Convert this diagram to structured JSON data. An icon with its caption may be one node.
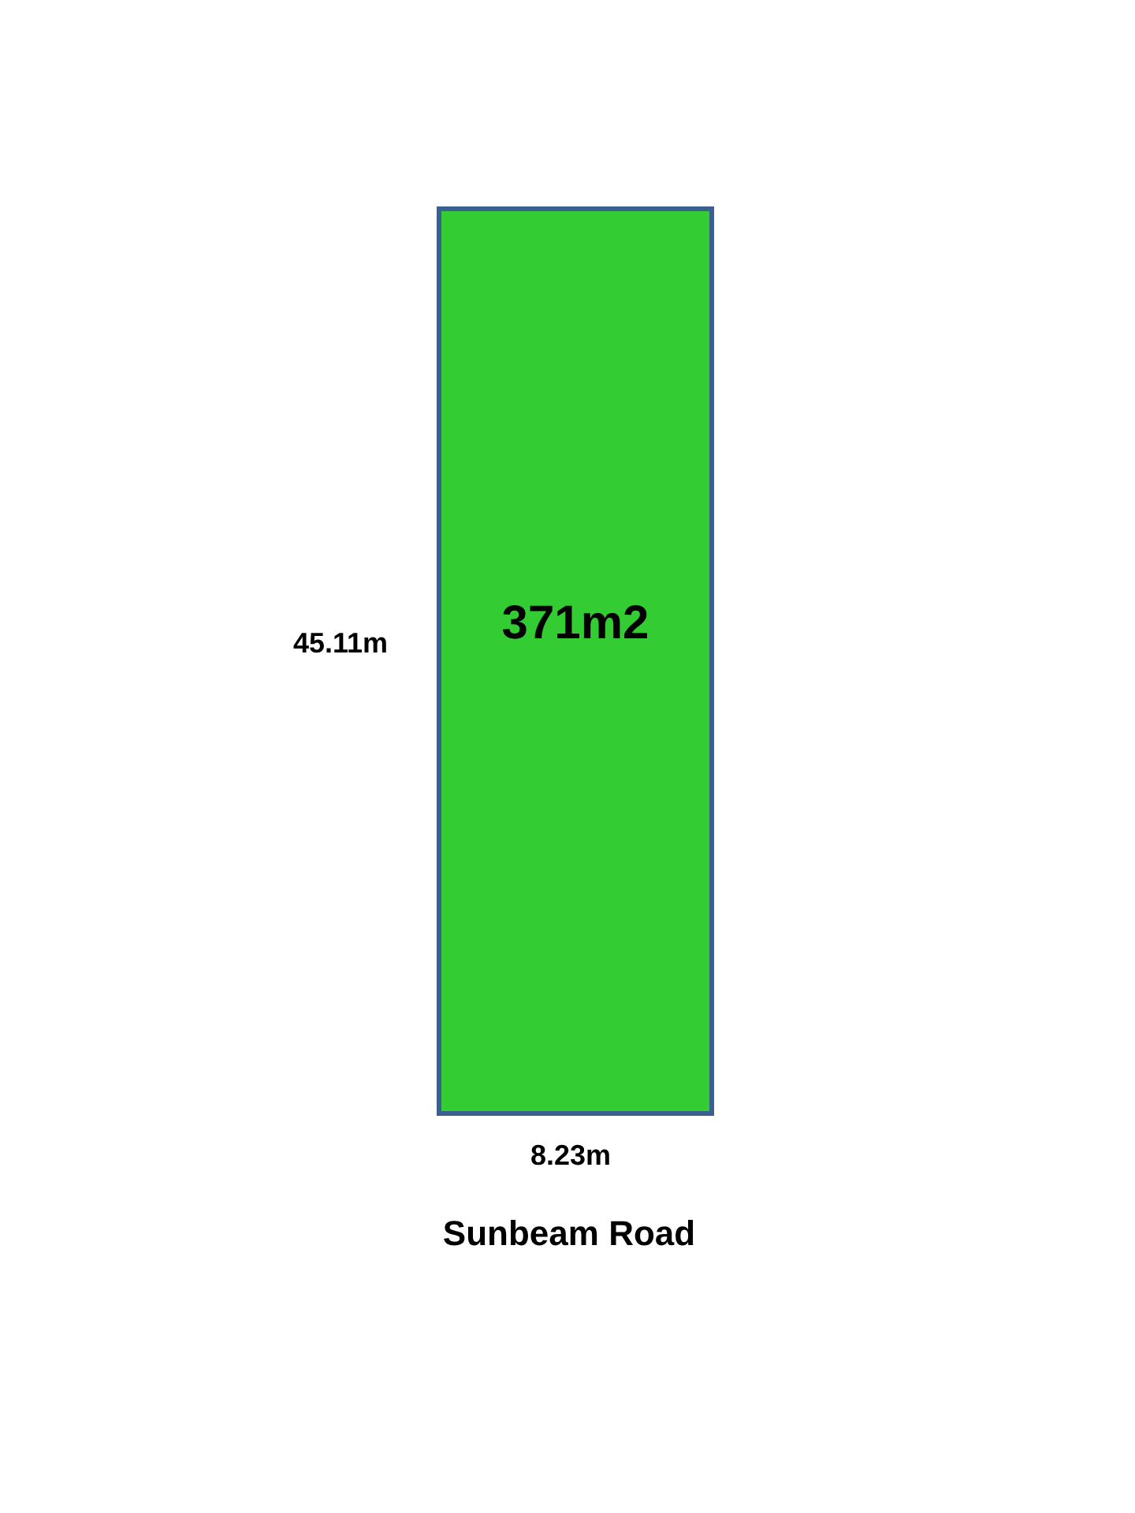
{
  "diagram": {
    "nodes": [
      {
        "text": [
          "371m2"
        ]
      }
    ],
    "labels": [
      "45.11m",
      "8.23m",
      "Sunbeam Road"
    ]
  }
}
